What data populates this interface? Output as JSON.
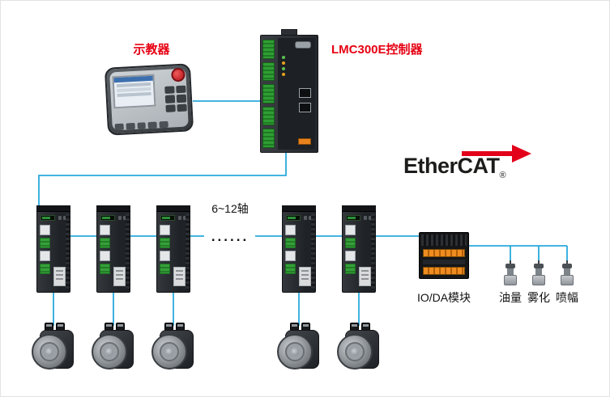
{
  "colors": {
    "label_red": "#e60012",
    "connection_cyan": "#2aa9dc",
    "ethercat_arrow_red": "#e2001a"
  },
  "nodes": {
    "teach_pendant_label": "示教器",
    "controller_label": "LMC300E控制器",
    "axis_range_label": "6~12轴",
    "continuation_dots": "......",
    "io_module_label": "IO/DA模块",
    "ethercat_logo": {
      "text": "EtherCAT",
      "registered": "®"
    },
    "valve_labels": [
      {
        "label": "油量"
      },
      {
        "label": "雾化"
      },
      {
        "label": "喷幅"
      }
    ]
  }
}
